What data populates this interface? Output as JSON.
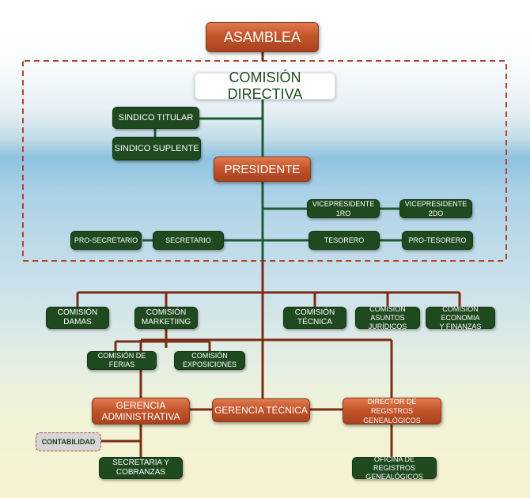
{
  "colors": {
    "green_box": "#1f4a20",
    "wood_box": "#c4552b",
    "green_line": "#1f5a30",
    "brown_line": "#7a2c14",
    "dashed_border": "#b5422a"
  },
  "top": {
    "asamblea": "ASAMBLEA"
  },
  "directiva": {
    "comision_directiva": "COMISIÓN DIRECTIVA",
    "sindico_titular": "SINDICO TITULAR",
    "sindico_suplente": "SINDICO SUPLENTE",
    "presidente": "PRESIDENTE",
    "vicepresidente_1": "VICEPRESIDENTE 1RO",
    "vicepresidente_2": "VICEPRESIDENTE 2DO",
    "pro_secretario": "PRO-SECRETARIO",
    "secretario": "SECRETARIO",
    "tesorero": "TESORERO",
    "pro_tesorero": "PRO-TESORERO"
  },
  "comisiones": {
    "damas": "COMISIÓN\nDAMAS",
    "marketing": "COMISIÓN\nMARKETIING",
    "tecnica": "COMISIÓN\nTÉCNICA",
    "asuntos_juridicos": "COMISIÓN ASUNTOS\nJURÍDICOS",
    "economia": "COMISIÓN ECONOMIA\nY FINANZAS",
    "ferias": "COMISIÓN DE\nFERIAS",
    "exposiciones": "COMISIÓN\nEXPOSICIONES"
  },
  "gerencias": {
    "administrativa": "GERENCIA\nADMINISTRATIVA",
    "tecnica": "GERENCIA TÉCNICA",
    "director_registros": "DIRECTOR DE\nREGISTROS GENEALÓGICOS",
    "contabilidad": "CONTABILIDAD",
    "secretaria_cobranzas": "SECRETARIA Y\nCOBRANZAS",
    "oficina_registros": "OFICINA DE REGISTROS\nGENEALÓGICOS"
  }
}
